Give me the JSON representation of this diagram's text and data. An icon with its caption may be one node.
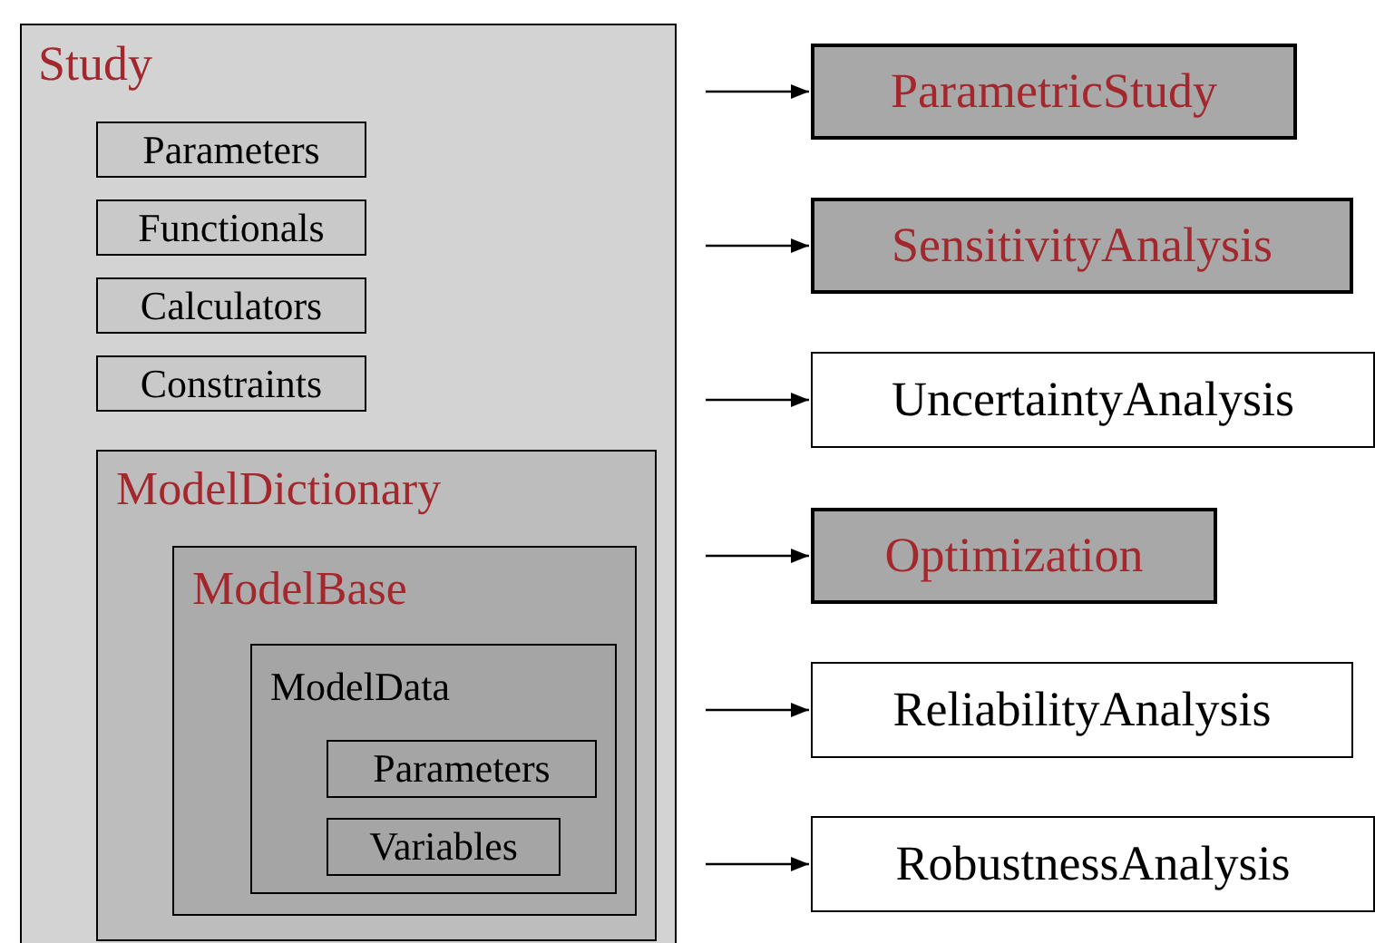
{
  "diagram": {
    "nodes": [
      {
        "text": [
          "Study"
        ]
      },
      {
        "text": [
          "Parameters"
        ],
        "in": 0
      },
      {
        "text": [
          "Functionals"
        ],
        "in": 0
      },
      {
        "text": [
          "Calculators"
        ],
        "in": 0
      },
      {
        "text": [
          "Constraints"
        ],
        "in": 0
      },
      {
        "text": [
          "ModelDictionary"
        ],
        "in": 0
      },
      {
        "text": [
          "ModelBase"
        ],
        "in": 5
      },
      {
        "text": [
          "ModelData"
        ],
        "in": 6
      },
      {
        "text": [
          "Parameters"
        ],
        "in": 7
      },
      {
        "text": [
          "Variables"
        ],
        "in": 7
      },
      {
        "text": [
          "ParametricStudy"
        ]
      },
      {
        "text": [
          "SensitivityAnalysis"
        ]
      },
      {
        "text": [
          "UncertaintyAnalysis"
        ]
      },
      {
        "text": [
          "Optimization"
        ]
      },
      {
        "text": [
          "ReliabilityAnalysis"
        ]
      },
      {
        "text": [
          "RobustnessAnalysis"
        ]
      }
    ],
    "edges": [
      {
        "from": null,
        "to": 10,
        "arrow": "to"
      },
      {
        "from": null,
        "to": 11,
        "arrow": "to"
      },
      {
        "from": null,
        "to": 12,
        "arrow": "to"
      },
      {
        "from": null,
        "to": 13,
        "arrow": "to"
      },
      {
        "from": null,
        "to": 14,
        "arrow": "to"
      },
      {
        "from": null,
        "to": 15,
        "arrow": "to"
      }
    ]
  }
}
